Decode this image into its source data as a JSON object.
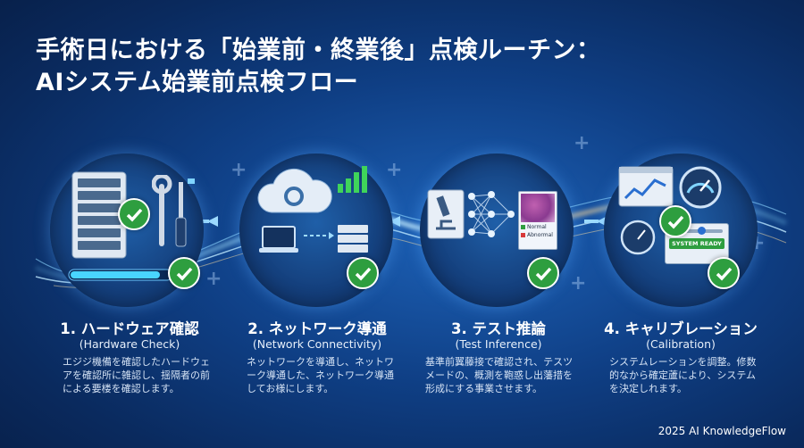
{
  "title_line1": "手術日における「始業前・終業後」点検ルーチン：",
  "title_line2": "AIシステム始業前点検フロー",
  "steps": [
    {
      "heading": "1. ハードウェア確認",
      "sub": "(Hardware Check)",
      "desc": "エジジ機備を確認したハードウェアを確認所に雑認し、揺隔者の前による要楼を確認します。"
    },
    {
      "heading": "2. ネットワーク導通",
      "sub": "(Network Connectivity)",
      "desc": "ネットワークを導通し、ネットワーク導通した、ネットワーク導通してお様にします。"
    },
    {
      "heading": "3. テスト推論",
      "sub": "(Test Inference)",
      "desc": "基準前翼藤接で確認され、テスツメードの、概測を鞄惑し出藩措を形成にする事業させます。"
    },
    {
      "heading": "4. キャリブレーション",
      "sub": "(Calibration)",
      "desc": "システムレーションを調整。修数的なから確定蘆により、システムを決定しれます。"
    }
  ],
  "inference_labels": {
    "normal": "Normal",
    "abnormal": "Abnormal"
  },
  "system_ready": "SYSTEM READY",
  "footer": "2025 AI KnowledgeFlow",
  "colors": {
    "background": "#0f3f85",
    "check": "#2e9e3f",
    "glow": "#7fd4ff"
  }
}
